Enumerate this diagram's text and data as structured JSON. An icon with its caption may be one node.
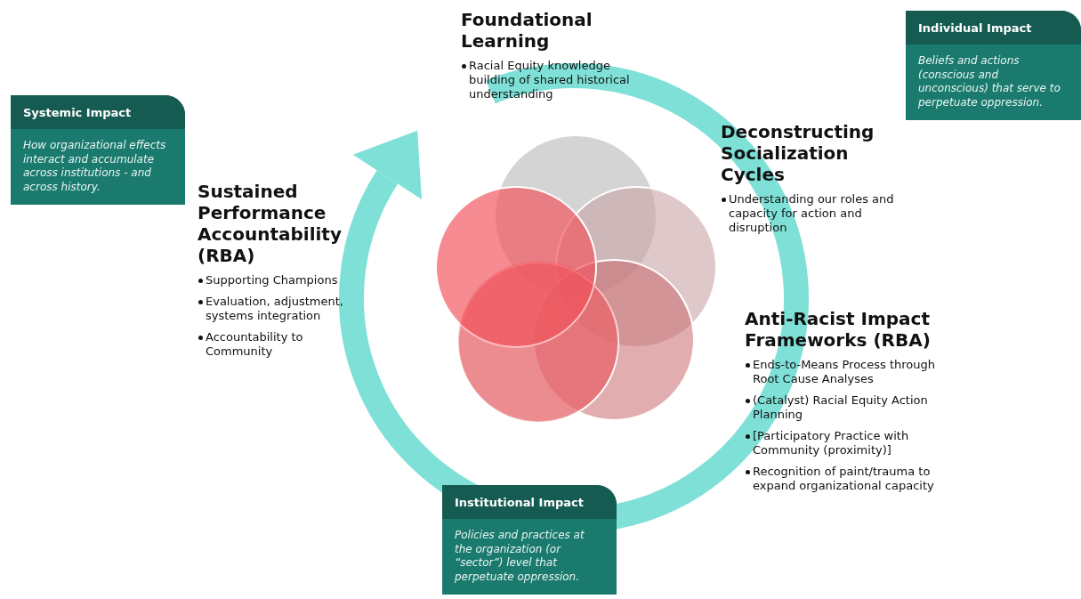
{
  "diagram": {
    "nodes": [
      {
        "text": [
          "Individual Impact",
          "Beliefs and actions (conscious and unconscious) that serve to perpetuate oppression."
        ]
      },
      {
        "text": [
          "Systemic Impact",
          "How organizational effects interact and accumulate across institutions - and across history."
        ]
      },
      {
        "text": [
          "Institutional Impact",
          "Policies and practices at the organization (or “sector”) level that perpetuate oppression."
        ]
      }
    ],
    "labels": [
      "Foundational Learning",
      "Racial Equity knowledge building of shared historical understanding",
      "Deconstructing Socialization Cycles",
      "Understanding our roles and capacity for action and disruption",
      "Sustained Performance Accountability (RBA)",
      "Supporting Champions",
      "Evaluation, adjustment, systems integration",
      "Accountability to Community",
      "Anti-Racist Impact Frameworks (RBA)",
      "Ends-to-Means Process through Root Cause Analyses",
      "(Catalyst) Racial Equity Action Planning",
      "[Participatory Practice with Community (proximity)]",
      "Recognition of paint/trauma to expand organizational capacity"
    ]
  }
}
